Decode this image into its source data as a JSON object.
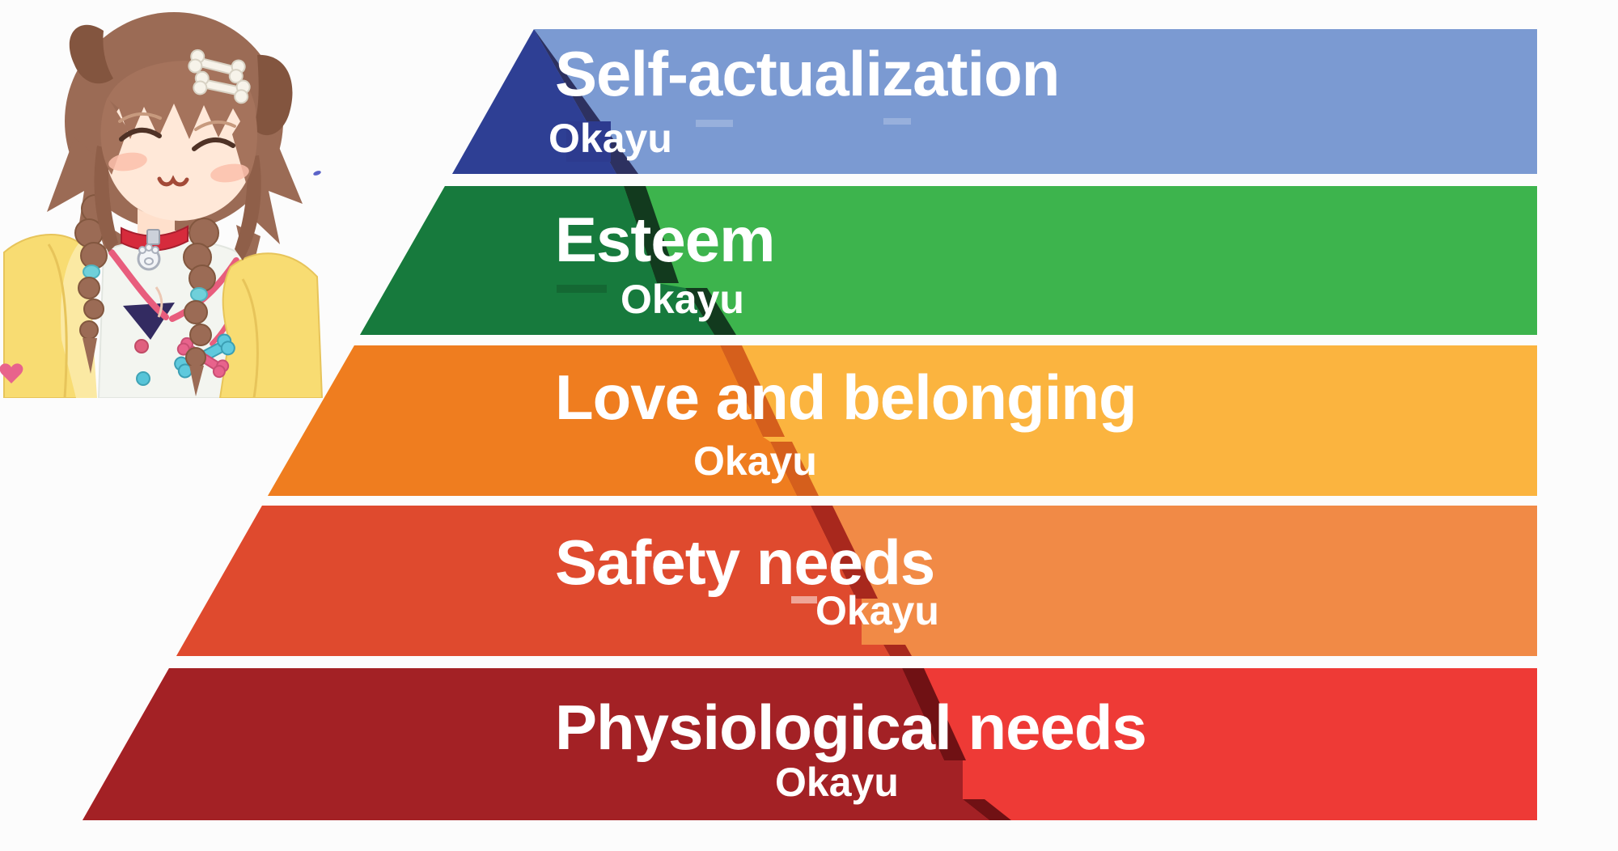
{
  "meta": {
    "background_color": "#fcfcfc",
    "text_color": "#ffffff",
    "diagram_type": "maslow-hierarchy-pyramid-meme"
  },
  "levels": [
    {
      "title": "Self-actualization",
      "member": "Okayu",
      "colors": {
        "light": "#7b9ad2",
        "dark": "#2e3f94",
        "shadow": "#2d3160",
        "patch": "#2d3b8f"
      }
    },
    {
      "title": "Esteem",
      "member": "Okayu",
      "colors": {
        "light": "#3db44d",
        "dark": "#177a3d",
        "shadow": "#123a1e"
      }
    },
    {
      "title": "Love and belonging",
      "member": "Okayu",
      "colors": {
        "light": "#fbb43f",
        "dark": "#ef7d1f",
        "shadow": "#d55f1c"
      }
    },
    {
      "title": "Safety needs",
      "member": "Okayu",
      "colors": {
        "light": "#f18a46",
        "dark": "#df4a2e",
        "shadow": "#a8281d"
      }
    },
    {
      "title": "Physiological needs",
      "member": "Okayu",
      "colors": {
        "light": "#ee3a36",
        "dark": "#a32125",
        "shadow": "#701114"
      }
    }
  ],
  "character": {
    "description": "smiling brown-haired anime dog girl with closed eyes, bone hairclips, floppy ears, red collar with paw charm, yellow cardigan and white dress"
  }
}
